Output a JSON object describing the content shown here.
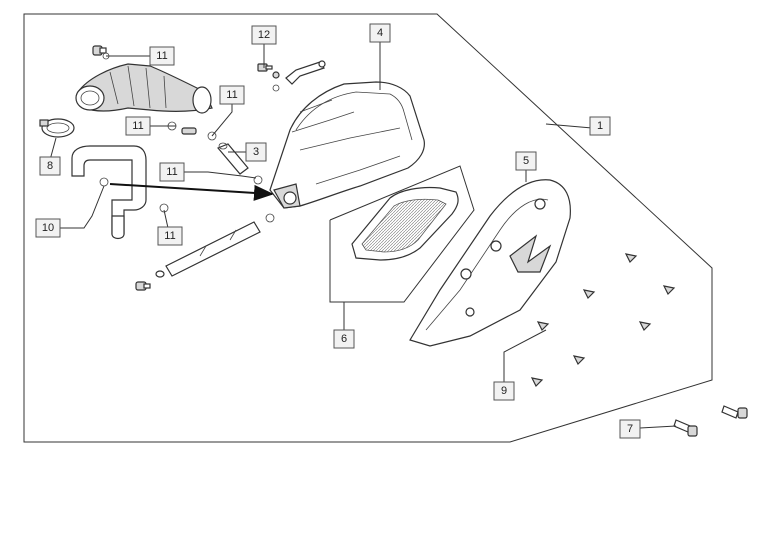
{
  "callouts": {
    "c1": "1",
    "c3": "3",
    "c4": "4",
    "c5": "5",
    "c6": "6",
    "c7": "7",
    "c8": "8",
    "c9": "9",
    "c10": "10",
    "c11a": "11",
    "c11b": "11",
    "c11c": "11",
    "c11d": "11",
    "c11e": "11",
    "c12": "12"
  }
}
